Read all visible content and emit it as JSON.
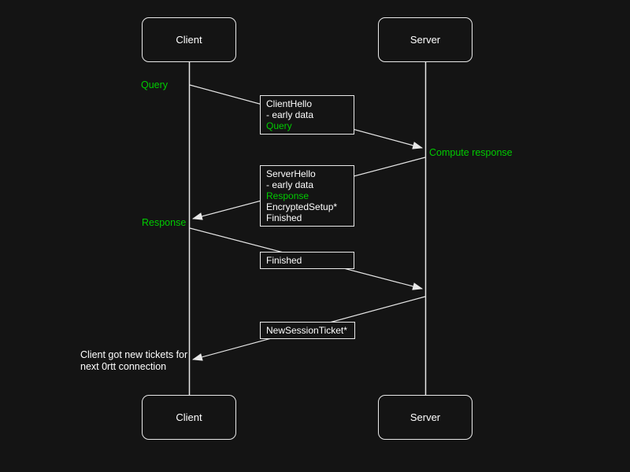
{
  "diagram": {
    "type": "sequence",
    "colors": {
      "background": "#141414",
      "green": "#00cc00",
      "line": "#e8e8e8",
      "text": "#ffffff"
    },
    "actors": {
      "client_top": "Client",
      "server_top": "Server",
      "client_bottom": "Client",
      "server_bottom": "Server"
    },
    "annotations": {
      "query": "Query",
      "compute_response": "Compute response",
      "response": "Response",
      "note": [
        "Client got new tickets for",
        "next 0rtt connection"
      ]
    },
    "messages": [
      {
        "name": "client-hello",
        "lines": [
          "ClientHello",
          "- early data",
          "Query"
        ]
      },
      {
        "name": "server-hello",
        "lines": [
          "ServerHello",
          "- early data",
          "Response",
          "EncryptedSetup*",
          "Finished"
        ]
      },
      {
        "name": "finished",
        "lines": [
          "Finished"
        ]
      },
      {
        "name": "new-session-ticket",
        "lines": [
          "NewSessionTicket*"
        ]
      }
    ]
  }
}
